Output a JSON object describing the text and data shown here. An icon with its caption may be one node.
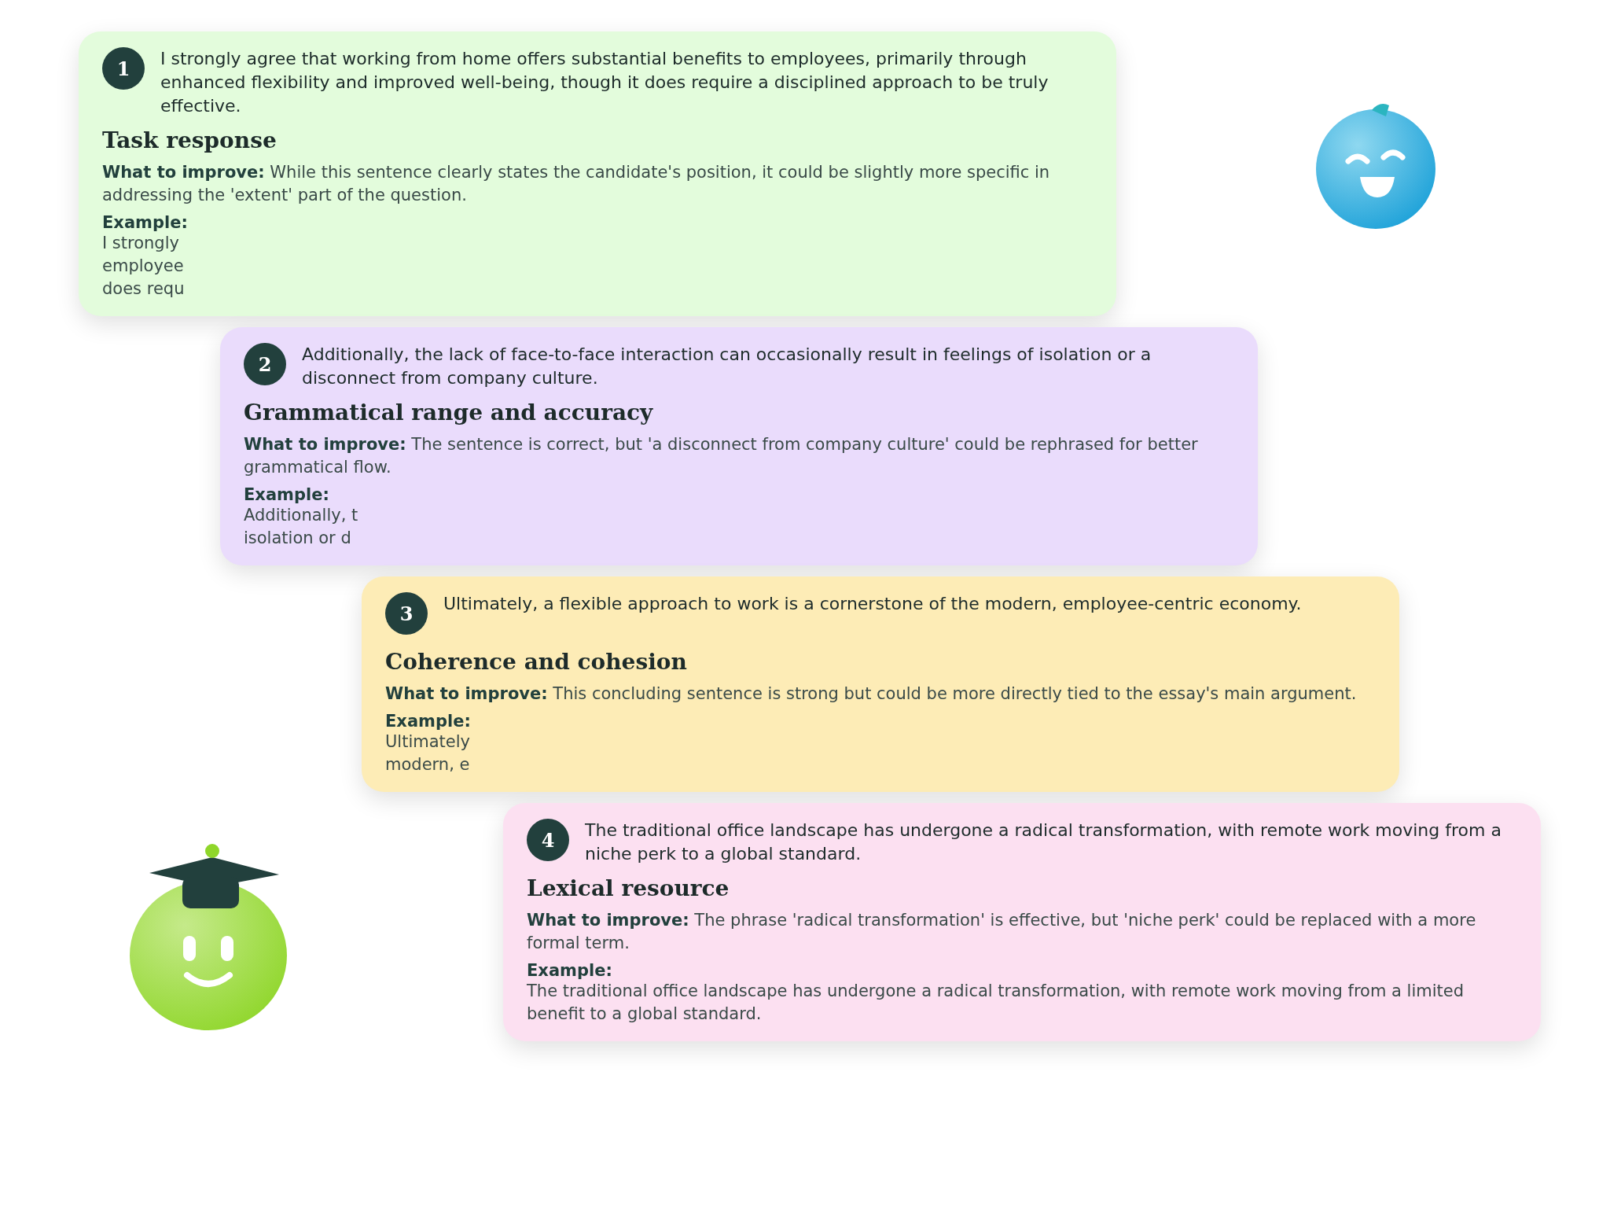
{
  "diagram": {
    "nodes": [
      {
        "text": [
          "1",
          "I strongly agree that working from home offers substantial benefits to employees, primarily through enhanced flexibility and improved well-being, though it does require a disciplined approach to be truly effective.",
          "Task response",
          "**What to improve:** While this sentence clearly states the candidate's position, it could be slightly more specific in addressing the 'extent' part of the question.",
          "Example:",
          "I strongly employee does requ"
        ]
      },
      {
        "text": [
          "2",
          "Additionally, the lack of face-to-face interaction can occasionally result in feelings of isolation or a disconnect from company culture.",
          "Grammatical range and accuracy",
          "**What to improve:** The sentence is correct, but 'a disconnect from company culture' could be rephrased for better grammatical flow.",
          "Example:",
          "Additionally, t isolation or d"
        ]
      },
      {
        "text": [
          "3",
          "Ultimately, a flexible approach to work is a cornerstone of the modern, employee-centric economy.",
          "Coherence and cohesion",
          "**What to improve:** This concluding sentence is strong but could be more directly tied to the essay's main argument.",
          "Example:",
          "Ultimately modern, e"
        ]
      },
      {
        "text": [
          "4",
          "The traditional office landscape has undergone a radical transformation, with remote work moving from a niche perk to a global standard.",
          "Lexical resource",
          "**What to improve:** The phrase 'radical transformation' is effective, but 'niche perk' could be replaced with a more formal term.",
          "Example:",
          "The traditional office landscape has undergone a radical transformation, with remote work moving from a limited benefit to a global standard."
        ]
      }
    ]
  }
}
